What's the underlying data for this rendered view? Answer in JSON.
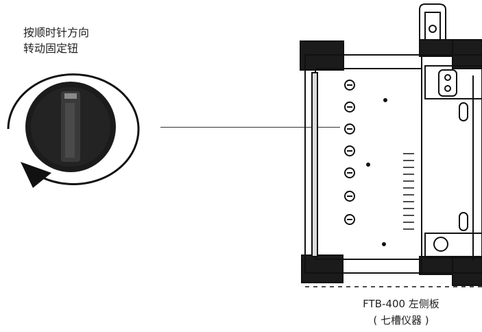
{
  "instruction": {
    "line1": "按顺时针方向",
    "line2": "转动固定钮"
  },
  "caption": {
    "line1": "FTB-400 左侧板",
    "line2": "( 七槽仪器 )"
  },
  "colors": {
    "knob": "#1b1b1b",
    "line": "#111111",
    "background": "#ffffff"
  }
}
